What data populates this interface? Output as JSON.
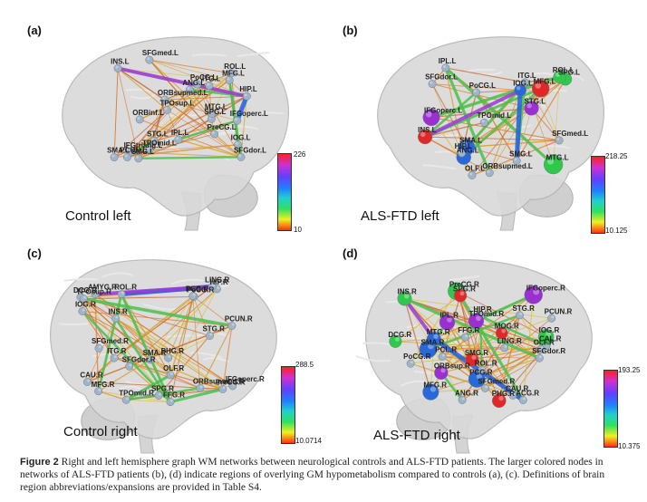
{
  "panels": [
    {
      "id": "a",
      "label": "(a)",
      "title": "Control left",
      "hemisphere": "left",
      "colored": false,
      "colorbar": {
        "max": "226",
        "min": "10"
      },
      "regions": [
        "SMA.L",
        "PreCG.L",
        "PoCG.L",
        "SPG.L",
        "SFGdor.L",
        "MFG.L",
        "SFGmed.L",
        "IPL.L",
        "ANG.L",
        "SMG.L",
        "IFGoperc.L",
        "IFGtriang.L",
        "ROL.L",
        "STG.L",
        "INS.L",
        "ORBsupmed.L",
        "ORBinf.L",
        "TPOsup.L",
        "TPOmid.L",
        "HIP.L",
        "ITG.L",
        "IOG.L",
        "MTG.L",
        "PCUN.L"
      ]
    },
    {
      "id": "b",
      "label": "(b)",
      "title": "ALS-FTD left",
      "hemisphere": "left",
      "colored": true,
      "colorbar": {
        "max": "218.25",
        "min": "10.125"
      },
      "regions": [
        "SMA.L",
        "PoCG.L",
        "SPG.L",
        "SFGdor.L",
        "MFG.L",
        "SFGmed.L",
        "IFGoperc.L",
        "IPL.L",
        "ANG.L",
        "SMG.L",
        "ROL.L",
        "ORBsupmed.L",
        "INS.L",
        "HIP.L",
        "STG.L",
        "ITG.L",
        "IOG.L",
        "TPOmid.L",
        "MTG.L",
        "OLF.L"
      ]
    },
    {
      "id": "c",
      "label": "(c)",
      "title": "Control right",
      "hemisphere": "right",
      "colored": false,
      "colorbar": {
        "max": "288.5",
        "min": "10.0714"
      },
      "regions": [
        "SMA.R",
        "PreCG.R",
        "PoCG.R",
        "SPG.R",
        "SFGdor.R",
        "DCG.R",
        "MFG.R",
        "SFGmed.R",
        "PCUN.R",
        "IFGoperc.R",
        "CAU.R",
        "ROL.R",
        "PCG.R",
        "ORBsupmed.R",
        "OLF.R",
        "AMYG.R",
        "HIP.R",
        "PHG.R",
        "FFG.R",
        "ITG.R",
        "LING.R",
        "IOG.R",
        "TPOmid.R",
        "INS.R",
        "TPOsup.R",
        "STG.R"
      ]
    },
    {
      "id": "d",
      "label": "(d)",
      "title": "ALS-FTD right",
      "hemisphere": "right",
      "colored": true,
      "colorbar": {
        "max": "193.25",
        "min": "10.375"
      },
      "regions": [
        "SMA.R",
        "PCL.R",
        "PreCG.R",
        "PoCG.R",
        "SPG.R",
        "SFGdor.R",
        "IPL.R",
        "ANG.R",
        "MFG.R",
        "SFGmed.R",
        "DCG.R",
        "PCUN.R",
        "SMG.R",
        "ACG.R",
        "IFGoperc.R",
        "CAU.R",
        "PCG.R",
        "ROL.R",
        "INS.R",
        "STG.R",
        "MOG.R",
        "CAL.R",
        "ORBsup.R",
        "OLF.R",
        "MTG.R",
        "LING.R",
        "IOG.R",
        "HIP.R",
        "PHG.R",
        "FFG.R",
        "TPOmid.R"
      ]
    }
  ],
  "caption": {
    "figure_label": "Figure 2",
    "text": "Right and left hemisphere graph WM networks between neurological controls and ALS-FTD patients. The larger colored nodes in networks of ALS-FTD patients (b), (d) indicate regions of overlying GM hypometabolism compared to controls (a), (c). Definitions of brain region abbreviations/expansions are provided in Table S4."
  },
  "colors": {
    "brain_fill": "#d9d9d9",
    "node_control": "#9fb4c8",
    "edge_warm": "#e07a2a",
    "edge_green": "#4cc04c",
    "edge_blue": "#2060e0",
    "edge_purple": "#9a3ad8",
    "node_blue": "#2868d8",
    "node_green": "#2fc84a",
    "node_red": "#e02828",
    "node_purple": "#9a30d0"
  }
}
